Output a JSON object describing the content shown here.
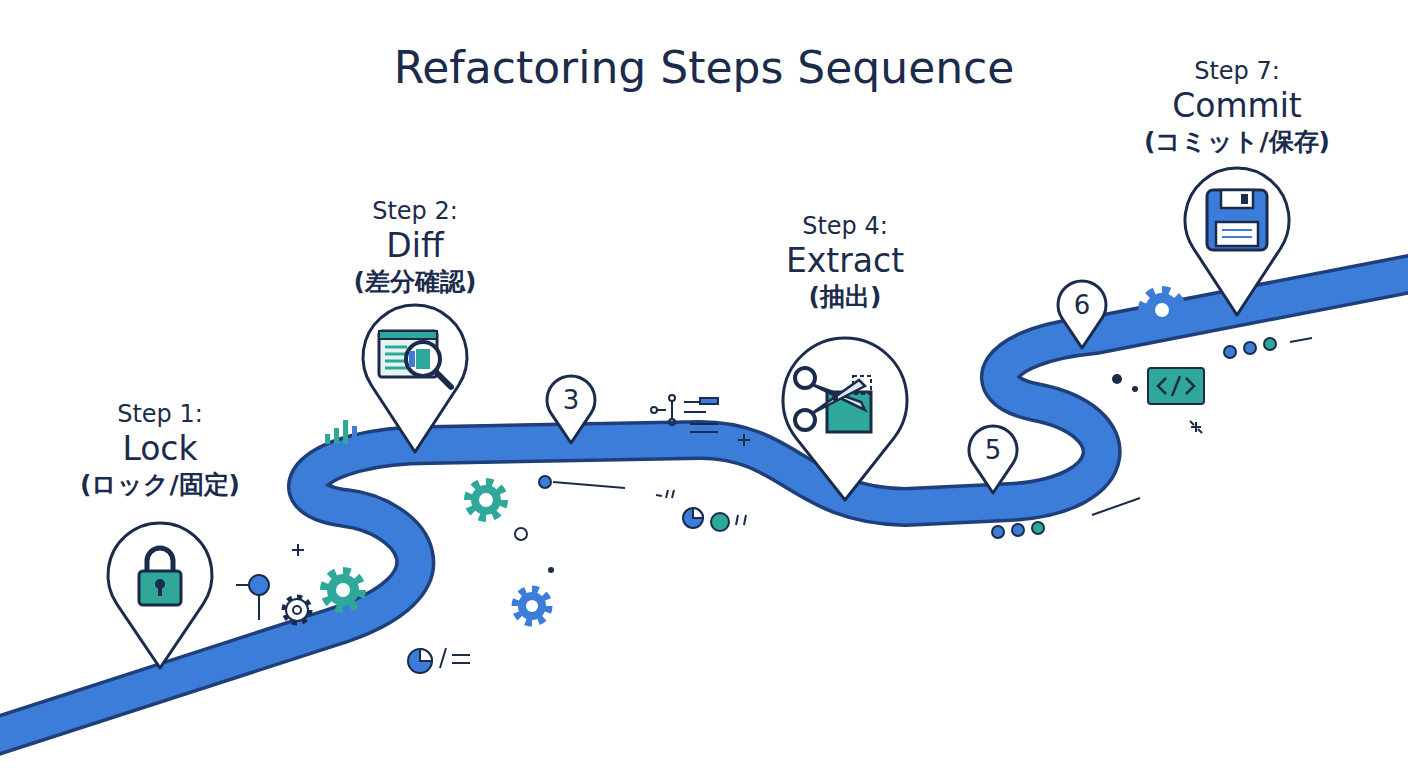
{
  "diagram": {
    "title": "Refactoring Steps Sequence",
    "nodes": [
      {
        "text": [
          "Step 1:",
          "Lock",
          "(ロック/固定)"
        ]
      },
      {
        "text": [
          "Step 2:",
          "Diff",
          "(差分確認)"
        ]
      },
      {
        "text": [
          "3"
        ]
      },
      {
        "text": [
          "Step 4:",
          "Extract",
          "(抽出)"
        ]
      },
      {
        "text": [
          "5"
        ]
      },
      {
        "text": [
          "6"
        ]
      },
      {
        "text": [
          "Step 7:",
          "Commit",
          "(コミット/保存)"
        ]
      }
    ]
  }
}
